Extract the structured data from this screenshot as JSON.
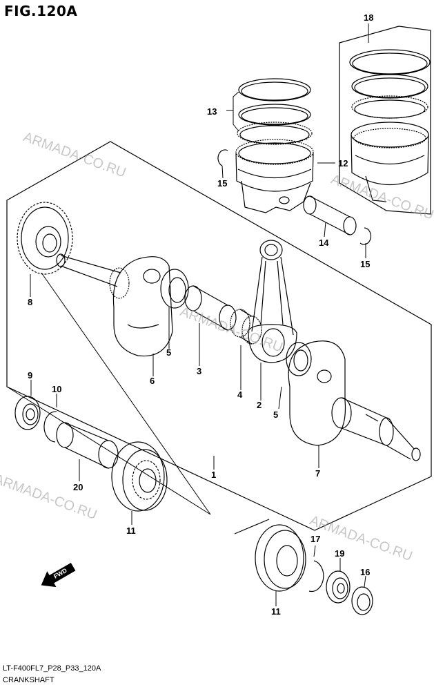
{
  "figure": {
    "title": "FIG.120A",
    "code": "LT-F400FL7_P28_P33_120A",
    "caption": "CRANKSHAFT"
  },
  "watermarks": [
    "ARMADA-CO.RU",
    "ARMADA-CO.RU",
    "ARMADA-CO.RU",
    "ARMADA-CO.RU",
    "ARMADA-CO.RU"
  ],
  "fwd_label": "FWD",
  "callouts": [
    "18",
    "13",
    "12",
    "15",
    "14",
    "15",
    "8",
    "5",
    "3",
    "6",
    "4",
    "2",
    "5",
    "9",
    "10",
    "1",
    "7",
    "20",
    "11",
    "17",
    "19",
    "16",
    "11"
  ],
  "colors": {
    "line": "#000000",
    "watermark": "#9a9a9a",
    "background": "#ffffff"
  }
}
